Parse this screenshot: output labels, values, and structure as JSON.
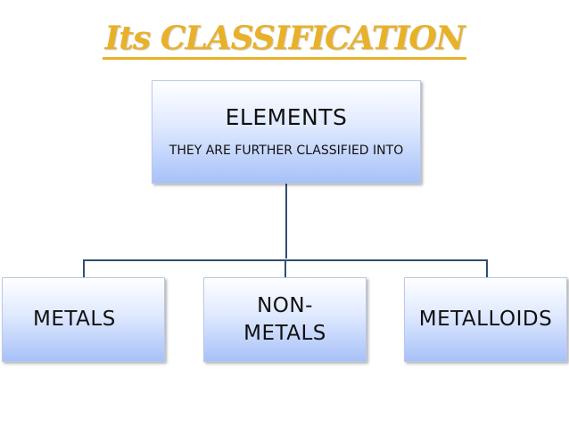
{
  "slide": {
    "title": "Its CLASSIFICATION"
  },
  "root": {
    "label": "ELEMENTS",
    "sublabel": "THEY ARE FURTHER CLASSIFIED INTO"
  },
  "children": [
    {
      "label": "METALS"
    },
    {
      "label": "NON-METALS"
    },
    {
      "label": "METALLOIDS"
    }
  ],
  "colors": {
    "title": "#E8B12A",
    "connector": "#2F4F6F",
    "box_top": "#ffffff",
    "box_bottom": "#a7c1f8"
  }
}
